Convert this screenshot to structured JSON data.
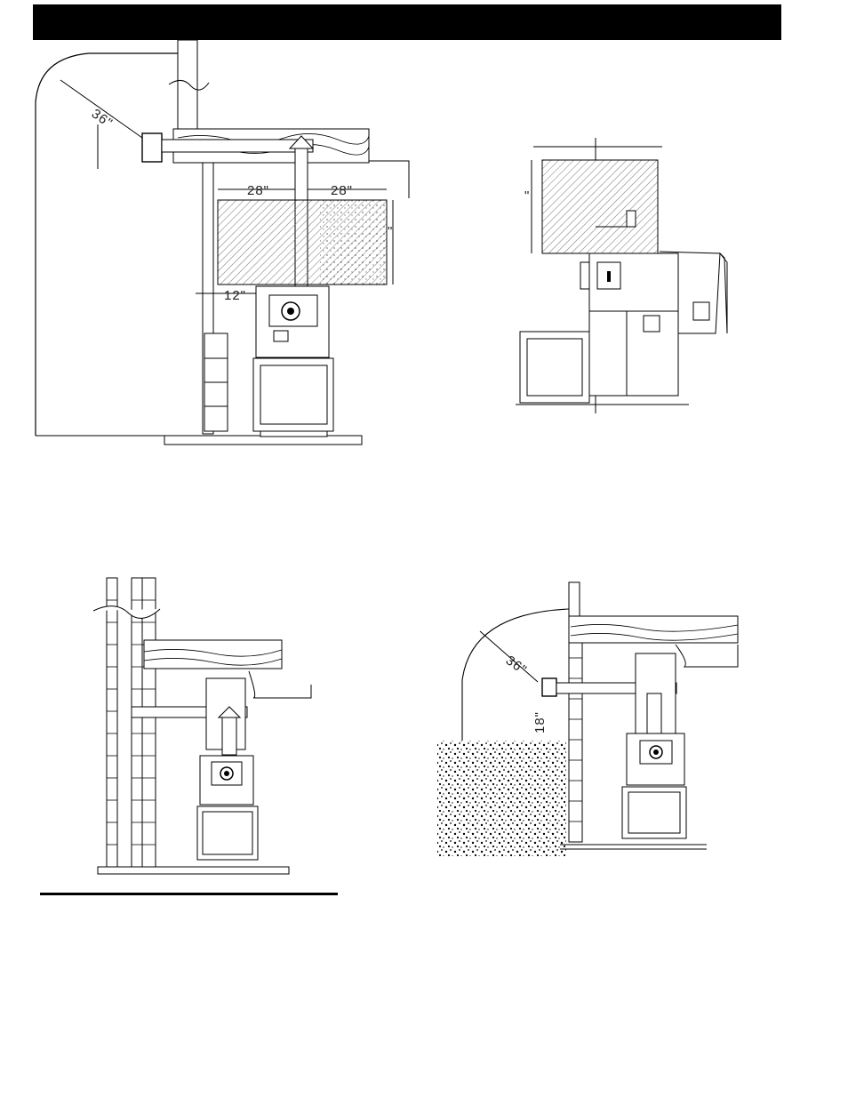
{
  "figures": {
    "top_left": {
      "dim_angle": "36\"",
      "dim_left": "28\"",
      "dim_right": "28\"",
      "dim_bottom": "12\"",
      "dim_side": "\""
    },
    "top_right": {
      "dim_side": "\""
    },
    "bottom_right": {
      "dim_angle": "36\"",
      "dim_vertical": "18\""
    }
  },
  "colors": {
    "ink": "#000000",
    "paper": "#ffffff"
  },
  "icons": [
    "furnace-icon",
    "blower-icon",
    "chimney-icon",
    "floor-joist-icon"
  ]
}
